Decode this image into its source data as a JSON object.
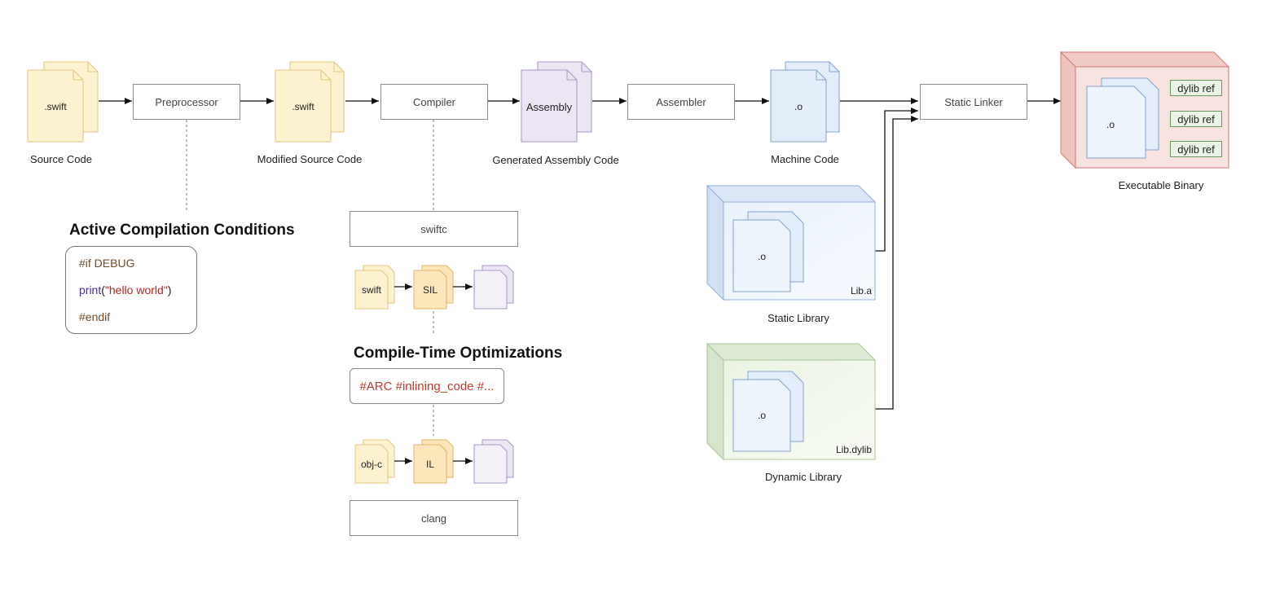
{
  "pipeline": {
    "source_file": ".swift",
    "source_caption": "Source Code",
    "preprocessor": "Preprocessor",
    "modified_file": ".swift",
    "modified_caption": "Modified Source Code",
    "compiler": "Compiler",
    "assembly_file": "Assembly",
    "assembly_caption": "Generated Assembly Code",
    "assembler": "Assembler",
    "machine_file": ".o",
    "machine_caption": "Machine Code",
    "static_linker": "Static Linker",
    "executable_file": ".o",
    "dylib_refs": [
      "dylib ref",
      "dylib ref",
      "dylib ref"
    ],
    "executable_caption": "Executable Binary"
  },
  "conditions": {
    "title": "Active Compilation Conditions",
    "line1": "#if DEBUG",
    "line2_fn": "print",
    "line2_open": "(",
    "line2_str": "\"hello world\"",
    "line2_close": ")",
    "line3": "#endif"
  },
  "compiler_detail": {
    "swiftc": "swiftc",
    "swift_file": "swift",
    "sil_file": "SIL",
    "optimizations_title": "Compile-Time Optimizations",
    "optimizations_tags": "#ARC #inlining_code #...",
    "objc_file": "obj-c",
    "il_file": "IL",
    "clang": "clang"
  },
  "libraries": {
    "static_file": ".o",
    "static_name": "Lib.a",
    "static_caption": "Static Library",
    "dynamic_file": ".o",
    "dynamic_name": "Lib.dylib",
    "dynamic_caption": "Dynamic Library"
  },
  "colors": {
    "yellow_fill": "#fdf2cf",
    "yellow_stroke": "#e3c77c",
    "purple_fill": "#ece6f4",
    "purple_stroke": "#a796c4",
    "blue_fill": "#e4eefa",
    "blue_stroke": "#7fa2cf",
    "red_fill": "#f6d8d6",
    "red_stroke": "#d37a72",
    "green_fill": "#e6f0de",
    "green_stroke": "#9ebd8a"
  }
}
